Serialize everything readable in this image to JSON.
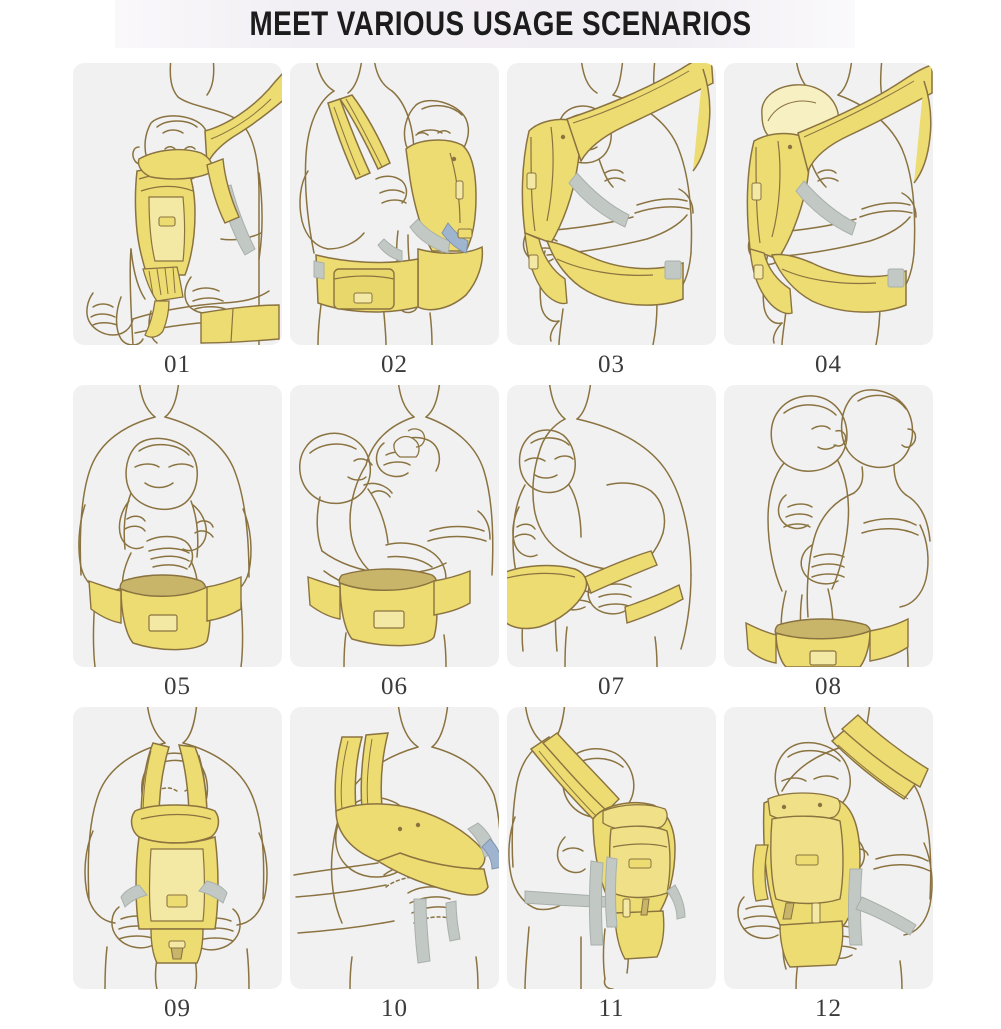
{
  "header": {
    "title": "MEET VARIOUS USAGE SCENARIOS",
    "band_color": "#f1eef3"
  },
  "palette": {
    "page_background": "#ffffff",
    "panel_background": "#f1f1f1",
    "line_color": "#8a7340",
    "carrier_yellow": "#ecdc72",
    "carrier_yellow_light": "#f3e9a4",
    "carrier_yellow_pale": "#f7f0c2",
    "strap_gray": "#c2c8c4",
    "strap_blue": "#9fb4cf",
    "caption_color": "#3b3b3b"
  },
  "grid": {
    "columns": 4,
    "rows": 3,
    "panel_count": 12
  },
  "panels": [
    {
      "number": "01",
      "caption": "01",
      "scenario": "front-facing-inward-carry-with-shoulder-strap"
    },
    {
      "number": "02",
      "caption": "02",
      "scenario": "side-hip-seat-carry-with-storage-pocket"
    },
    {
      "number": "03",
      "caption": "03",
      "scenario": "cradle-side-carry-newborn"
    },
    {
      "number": "04",
      "caption": "04",
      "scenario": "cradle-carry-with-sun-hood-extended"
    },
    {
      "number": "05",
      "caption": "05",
      "scenario": "hip-seat-only-standing-toddler-front"
    },
    {
      "number": "06",
      "caption": "06",
      "scenario": "hip-seat-bottle-feeding-cradle"
    },
    {
      "number": "07",
      "caption": "07",
      "scenario": "hip-seat-waist-belt-fastening"
    },
    {
      "number": "08",
      "caption": "08",
      "scenario": "hip-seat-toddler-standing-side"
    },
    {
      "number": "09",
      "caption": "09",
      "scenario": "front-carry-baby-seat-panel-adjust"
    },
    {
      "number": "10",
      "caption": "10",
      "scenario": "buckle-and-strap-adjustment-closeup"
    },
    {
      "number": "11",
      "caption": "11",
      "scenario": "back-carry-side-view-with-pocket"
    },
    {
      "number": "12",
      "caption": "12",
      "scenario": "back-carry-rear-view-strap-fastening"
    }
  ]
}
